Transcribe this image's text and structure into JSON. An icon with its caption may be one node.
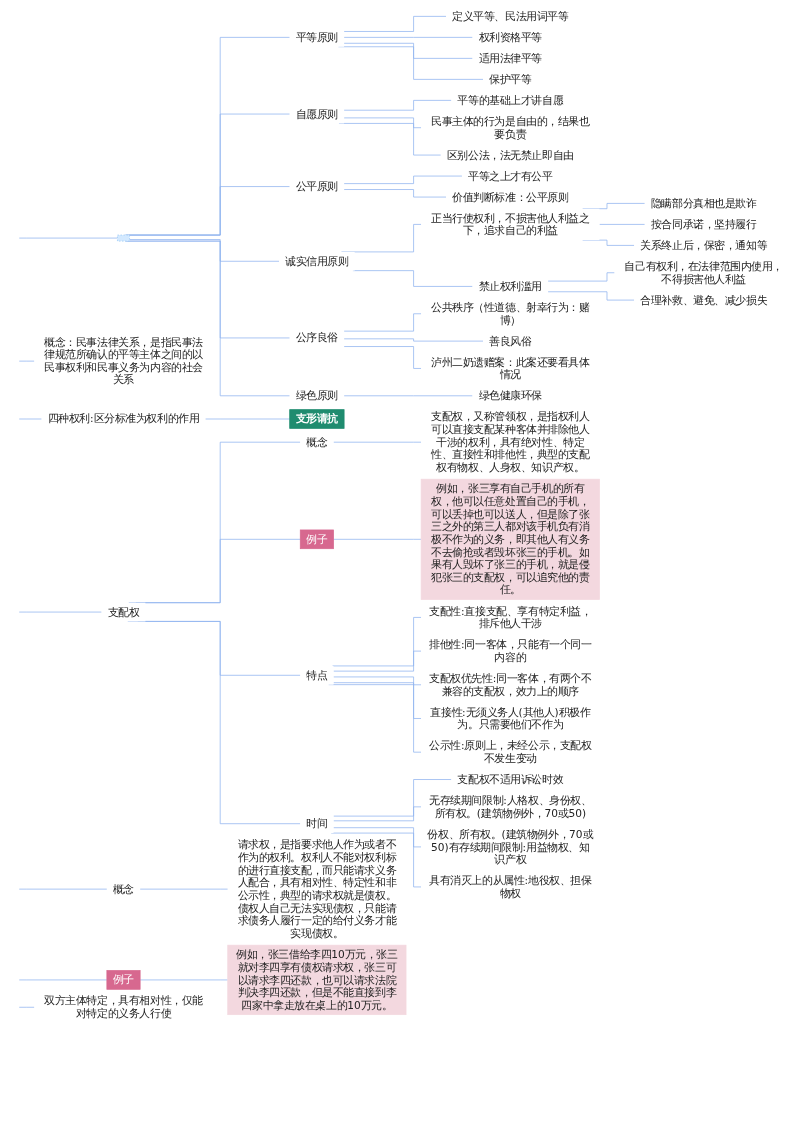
{
  "diagram": {
    "nodes": [
      {
        "text": [],
        "shape": "box"
      },
      {
        "text": [
          "平等原则"
        ]
      },
      {
        "text": [
          "定义平等、民法用词平等"
        ]
      },
      {
        "text": [
          "权利资格平等"
        ]
      },
      {
        "text": [
          "适用法律平等"
        ]
      },
      {
        "text": [
          "保护平等"
        ]
      },
      {
        "text": [
          "自愿原则"
        ]
      },
      {
        "text": [
          "平等的基础上才讲自愿"
        ]
      },
      {
        "text": [
          "民事主体的行为是自由的，结果也要负责"
        ]
      },
      {
        "text": [
          "区别公法，法无禁止即自由"
        ]
      },
      {
        "text": [
          "公平原则"
        ]
      },
      {
        "text": [
          "平等之上才有公平"
        ]
      },
      {
        "text": [
          "价值判断标准：公平原则"
        ]
      },
      {
        "text": [
          "诚实信用原则"
        ]
      },
      {
        "text": [
          "正当行使权利，不损害他人利益之下，追求自己的利益"
        ]
      },
      {
        "text": [
          "隐瞒部分真相也是欺诈"
        ]
      },
      {
        "text": [
          "按合同承诺，坚持履行"
        ]
      },
      {
        "text": [
          "关系终止后，保密，通知等"
        ]
      },
      {
        "text": [
          "禁止权利滥用"
        ]
      },
      {
        "text": [
          "自己有权利，在法律范围内使用，不得损害他人利益"
        ]
      },
      {
        "text": [
          "合理补救、避免、减少损失"
        ]
      },
      {
        "text": [
          "公序良俗"
        ]
      },
      {
        "text": [
          "公共秩序（性道德、射幸行为：赌博）"
        ]
      },
      {
        "text": [
          "善良风俗"
        ]
      },
      {
        "text": [
          "泸州二奶遗赠案：此案还要看具体情况"
        ]
      },
      {
        "text": [
          "绿色原则"
        ]
      },
      {
        "text": [
          "绿色健康环保"
        ]
      },
      {
        "text": [
          "概念：民事法律关系，是指民事法律规范所确认的平等主体之间的以民事权利和民事义务为内容的社会关系"
        ]
      },
      {
        "text": [
          "四种权利:区分标准为权利的作用"
        ]
      },
      {
        "text": [
          "支形请抗"
        ]
      },
      {
        "text": [
          "支配权"
        ]
      },
      {
        "text": [
          "概念"
        ]
      },
      {
        "text": [
          "支配权，又称管领权，是指权利人可以直接支配某种客体并排除他人干涉的权利，具有绝对性、特定性、直接性和排他性，典型的支配权有物权、人身权、知识产权。"
        ]
      },
      {
        "text": [
          "例子"
        ]
      },
      {
        "text": [
          "例如，张三享有自己手机的所有权，他可以任意处置自己的手机，可以丢掉也可以送人，但是除了张三之外的第三人都对该手机负有消极不作为的义务，即其他人有义务不去偷抢或者毁坏张三的手机。如果有人毁坏了张三的手机，就是侵犯张三的支配权，可以追究他的责任。"
        ]
      },
      {
        "text": [
          "特点"
        ]
      },
      {
        "text": [
          "支配性:直接支配、享有特定利益，排斥他人干涉"
        ]
      },
      {
        "text": [
          "排他性:同一客体，只能有一个同一内容的"
        ]
      },
      {
        "text": [
          "支配权优先性:同一客体，有两个不兼容的支配权，效力上的顺序"
        ]
      },
      {
        "text": [
          "直接性:无须义务人(其他人)积极作为。只需要他们不作为"
        ]
      },
      {
        "text": [
          "公示性:原则上，未经公示，支配权不发生变动"
        ]
      },
      {
        "text": [
          "时间"
        ]
      },
      {
        "text": [
          "支配权不适用诉讼时效"
        ]
      },
      {
        "text": [
          "无存续期间限制:人格权、身份权、所有权。(建筑物例外，70或50)"
        ]
      },
      {
        "text": [
          "份权、所有权。(建筑物例外，70或50)有存续期间限制:用益物权、知识产权"
        ]
      },
      {
        "text": [
          "具有消灭上的从属性:地役权、担保物权"
        ]
      },
      {
        "text": [
          "概念"
        ]
      },
      {
        "text": [
          "请求权，是指要求他人作为或者不作为的权利。权利人不能对权利标的进行直接支配，而只能请求义务人配合，具有相对性、特定性和非公示性，典型的请求权就是债权。债权人自己无法实现债权，只能请求债务人履行一定的给付义务才能实现债权。"
        ]
      },
      {
        "text": [
          "例子"
        ]
      },
      {
        "text": [
          "例如，张三借给李四10万元，张三就对李四享有债权请求权，张三可以请求李四还款，也可以请求法院判决李四还款，但是不能直接到李四家中拿走放在桌上的10万元。"
        ]
      },
      {
        "text": [
          "双方主体特定，具有相对性，仅能对特定的义务人行使"
        ]
      }
    ],
    "edges": [
      {
        "from": null,
        "to": 0,
        "arrow": "none"
      },
      {
        "from": 0,
        "to": 1,
        "arrow": "none"
      },
      {
        "from": 1,
        "to": 2,
        "arrow": "none"
      },
      {
        "from": 1,
        "to": 3,
        "arrow": "none"
      },
      {
        "from": 1,
        "to": 4,
        "arrow": "none"
      },
      {
        "from": 1,
        "to": 5,
        "arrow": "none"
      },
      {
        "from": 0,
        "to": 6,
        "arrow": "none"
      },
      {
        "from": 6,
        "to": 7,
        "arrow": "none"
      },
      {
        "from": 6,
        "to": 8,
        "arrow": "none"
      },
      {
        "from": 6,
        "to": 9,
        "arrow": "none"
      },
      {
        "from": 0,
        "to": 10,
        "arrow": "none"
      },
      {
        "from": 10,
        "to": 11,
        "arrow": "none"
      },
      {
        "from": 10,
        "to": 12,
        "arrow": "none"
      },
      {
        "from": 0,
        "to": 13,
        "arrow": "none"
      },
      {
        "from": 13,
        "to": 14,
        "arrow": "none"
      },
      {
        "from": 14,
        "to": 15,
        "arrow": "none"
      },
      {
        "from": 14,
        "to": 16,
        "arrow": "none"
      },
      {
        "from": 14,
        "to": 17,
        "arrow": "none"
      },
      {
        "from": 13,
        "to": 18,
        "arrow": "none"
      },
      {
        "from": 18,
        "to": 19,
        "arrow": "none"
      },
      {
        "from": 18,
        "to": 20,
        "arrow": "none"
      },
      {
        "from": 0,
        "to": 21,
        "arrow": "none"
      },
      {
        "from": 21,
        "to": 22,
        "arrow": "none"
      },
      {
        "from": 21,
        "to": 23,
        "arrow": "none"
      },
      {
        "from": 21,
        "to": 24,
        "arrow": "none"
      },
      {
        "from": 0,
        "to": 25,
        "arrow": "none"
      },
      {
        "from": 25,
        "to": 26,
        "arrow": "none"
      },
      {
        "from": null,
        "to": 27,
        "arrow": "none"
      },
      {
        "from": null,
        "to": 28,
        "arrow": "none"
      },
      {
        "from": 28,
        "to": 29,
        "arrow": "none"
      },
      {
        "from": null,
        "to": 30,
        "arrow": "none"
      },
      {
        "from": 30,
        "to": 31,
        "arrow": "none"
      },
      {
        "from": 31,
        "to": 32,
        "arrow": "none"
      },
      {
        "from": 30,
        "to": 33,
        "arrow": "none"
      },
      {
        "from": 33,
        "to": 34,
        "arrow": "none"
      },
      {
        "from": 30,
        "to": 35,
        "arrow": "none"
      },
      {
        "from": 35,
        "to": 36,
        "arrow": "none"
      },
      {
        "from": 35,
        "to": 37,
        "arrow": "none"
      },
      {
        "from": 35,
        "to": 38,
        "arrow": "none"
      },
      {
        "from": 35,
        "to": 39,
        "arrow": "none"
      },
      {
        "from": 35,
        "to": 40,
        "arrow": "none"
      },
      {
        "from": 30,
        "to": 41,
        "arrow": "none"
      },
      {
        "from": 41,
        "to": 42,
        "arrow": "none"
      },
      {
        "from": 41,
        "to": 43,
        "arrow": "none"
      },
      {
        "from": 41,
        "to": 44,
        "arrow": "none"
      },
      {
        "from": 41,
        "to": 45,
        "arrow": "none"
      },
      {
        "from": null,
        "to": 46,
        "arrow": "none"
      },
      {
        "from": 46,
        "to": 47,
        "arrow": "none"
      },
      {
        "from": null,
        "to": 48,
        "arrow": "none"
      },
      {
        "from": 48,
        "to": 49,
        "arrow": "none"
      },
      {
        "from": null,
        "to": 50,
        "arrow": "none"
      }
    ]
  }
}
